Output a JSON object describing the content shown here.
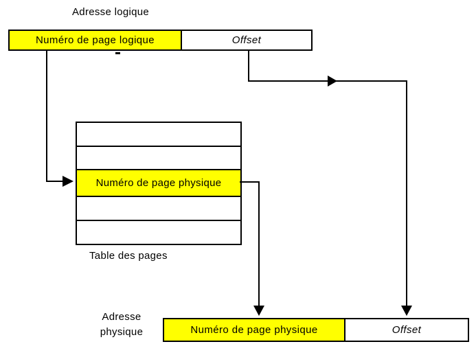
{
  "colors": {
    "highlight": "#ffff00",
    "ink": "#000000",
    "background": "#ffffff"
  },
  "logical_address": {
    "title": "Adresse logique",
    "page_field": "Numéro de page logique",
    "offset_field": "Offset"
  },
  "page_table": {
    "label": "Table des pages",
    "highlighted_row_index": 2,
    "rows": [
      "",
      "",
      "Numéro de page physique",
      "",
      ""
    ]
  },
  "physical_address": {
    "label_line1": "Adresse",
    "label_line2": "physique",
    "page_field": "Numéro de page physique",
    "offset_field": "Offset"
  }
}
